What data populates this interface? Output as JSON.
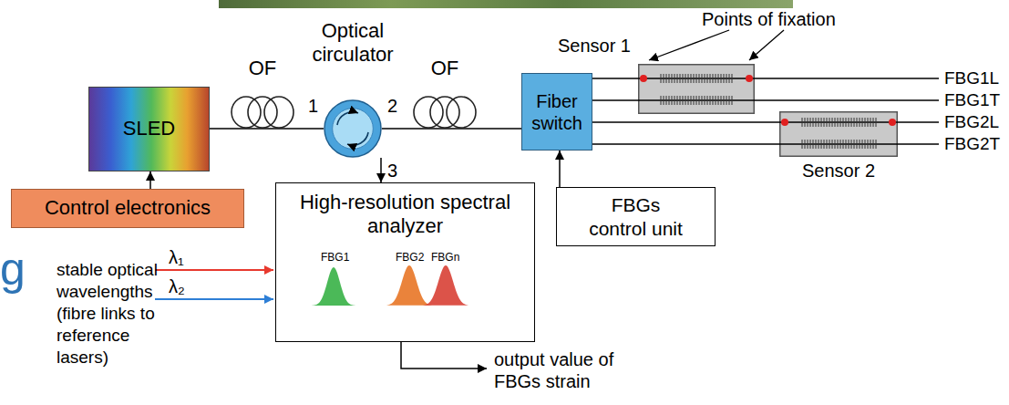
{
  "diagram": {
    "nodes": [
      {
        "text": [
          "SLED"
        ]
      },
      {
        "text": [
          "OF"
        ]
      },
      {
        "text": [
          "Optical circulator"
        ]
      },
      {
        "text": [
          "OF"
        ]
      },
      {
        "text": [
          "Fiber switch"
        ]
      },
      {
        "text": [
          "Sensor 1"
        ]
      },
      {
        "text": [
          "Sensor 2"
        ]
      },
      {
        "text": [
          "Control electronics"
        ]
      },
      {
        "text": [
          "High-resolution spectral analyzer"
        ]
      },
      {
        "text": [
          "FBGs control unit"
        ]
      }
    ],
    "edges": [
      {
        "from": 7,
        "to": 0,
        "arrow": "to"
      },
      {
        "from": 0,
        "to": 1,
        "arrow": "none"
      },
      {
        "from": 1,
        "to": 2,
        "arrow": "none"
      },
      {
        "from": 2,
        "to": 3,
        "arrow": "none"
      },
      {
        "from": 3,
        "to": 4,
        "arrow": "none"
      },
      {
        "from": 2,
        "to": 8,
        "arrow": "to"
      },
      {
        "from": 9,
        "to": 4,
        "arrow": "to"
      },
      {
        "from": 4,
        "to": 5,
        "arrow": "none"
      },
      {
        "from": 4,
        "to": 5,
        "arrow": "none"
      },
      {
        "from": 4,
        "to": 6,
        "arrow": "none"
      },
      {
        "from": 4,
        "to": 6,
        "arrow": "none"
      }
    ],
    "labels": [
      "1",
      "2",
      "3",
      "Points of fixation",
      "FBG1L",
      "FBG1T",
      "FBG2L",
      "FBG2T",
      "FBG1",
      "FBG2",
      "FBGn",
      "λ₁",
      "λ₂",
      "stable optical wavelengths (fibre links to reference lasers)",
      "output value of FBGs strain",
      "g"
    ]
  }
}
